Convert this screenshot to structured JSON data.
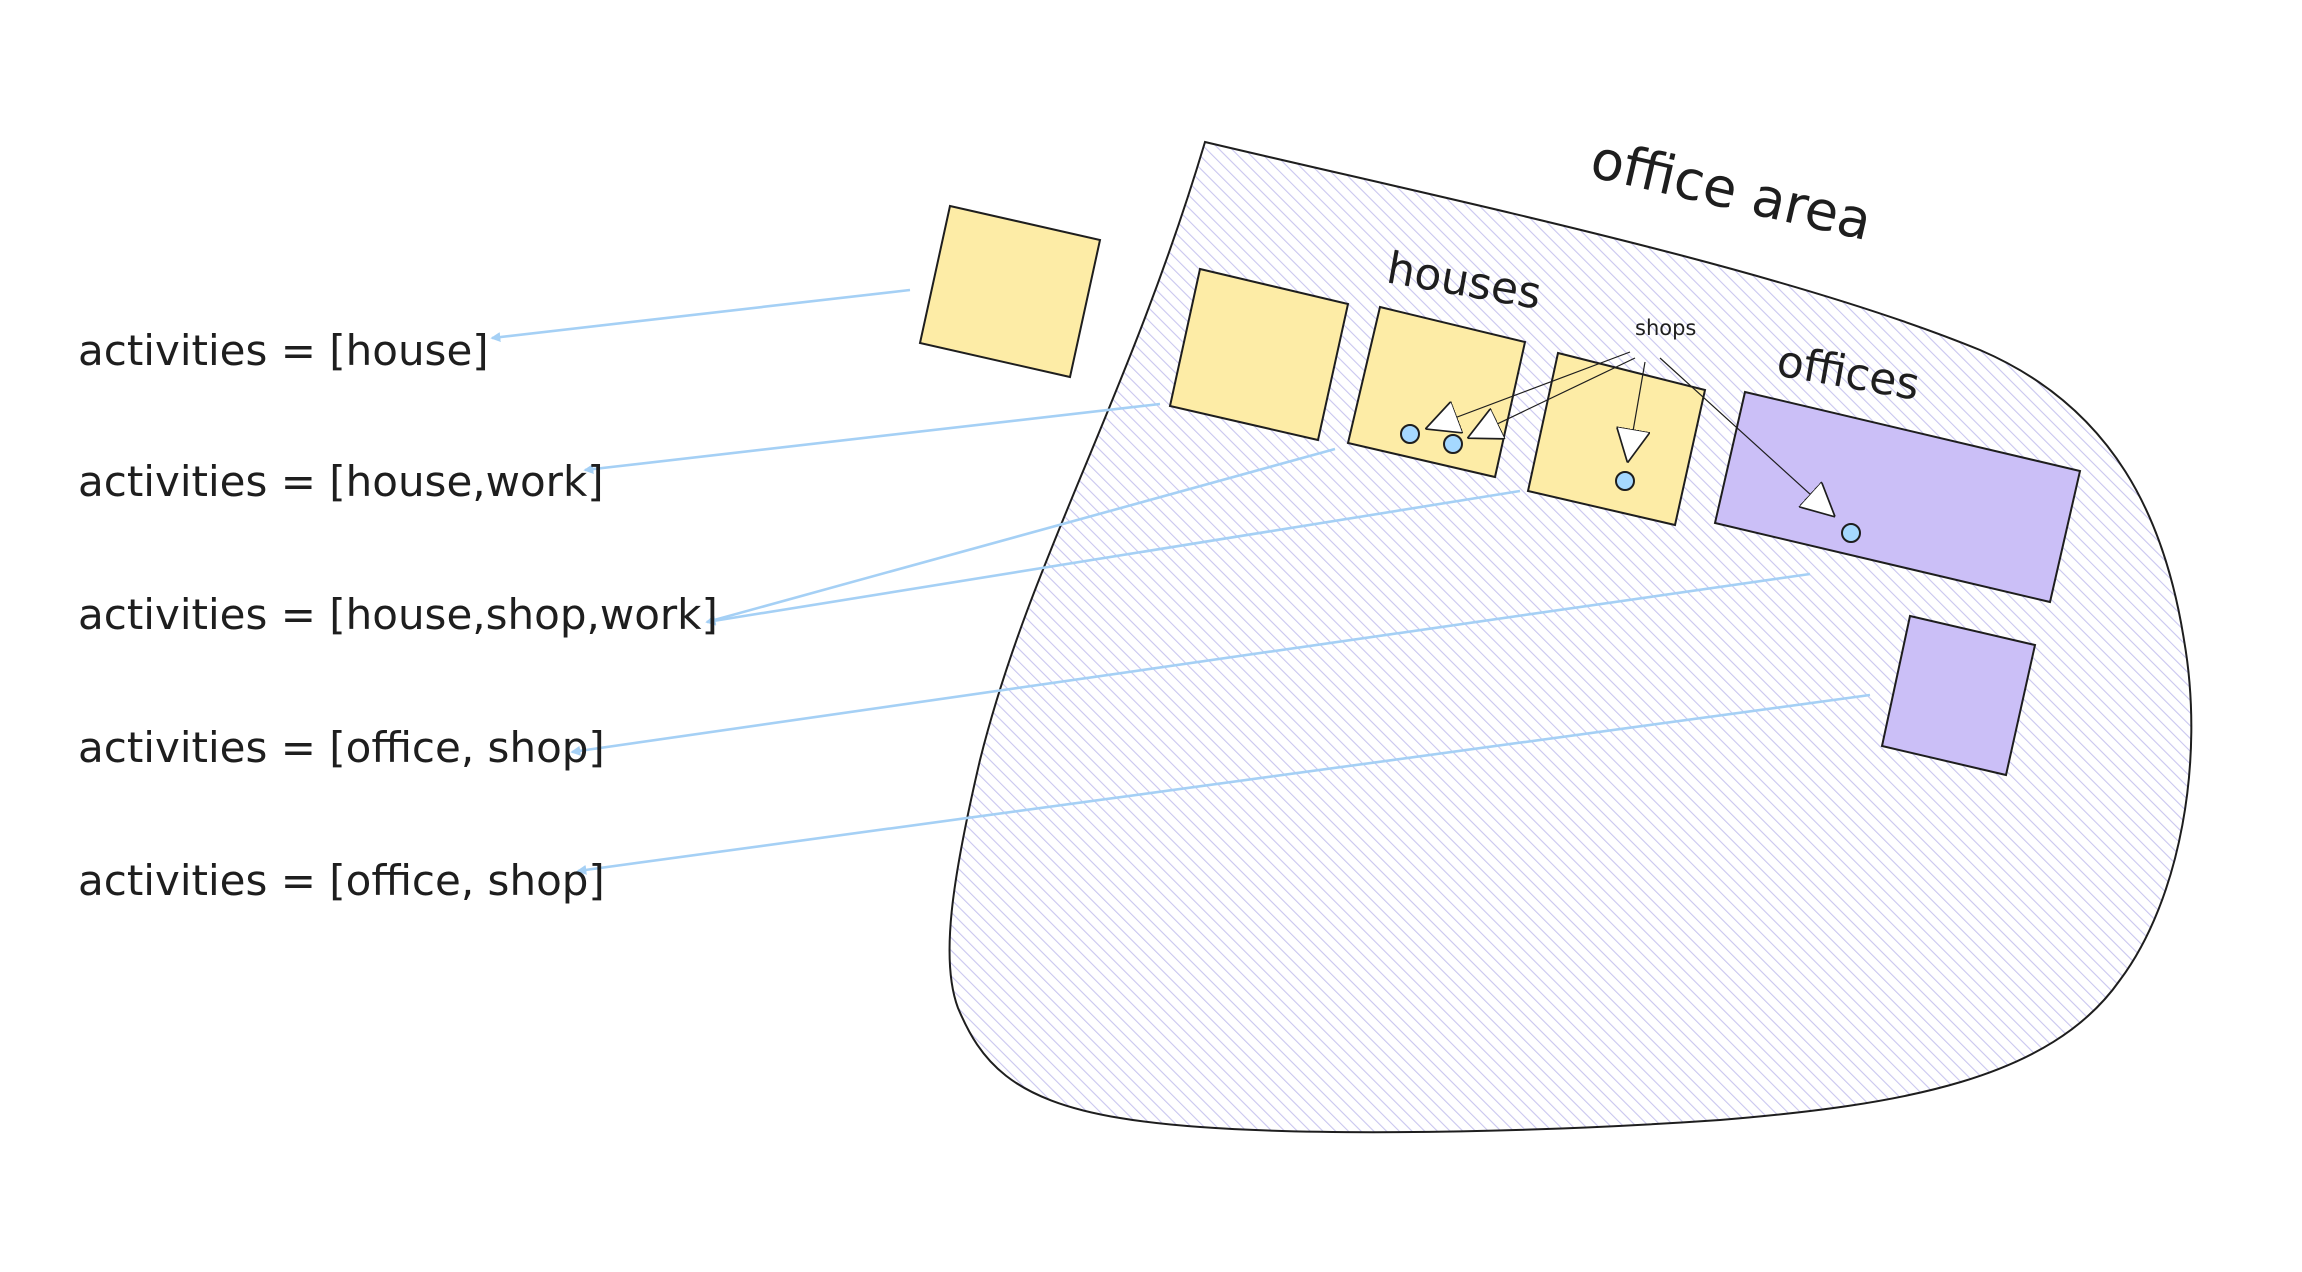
{
  "activity_labels": [
    "activities = [house]",
    "activities = [house,work]",
    "activities = [house,shop,work]",
    "activities = [office, shop]",
    "activities = [office, shop]"
  ],
  "area_label": "office area",
  "houses_label": "houses",
  "offices_label": "offices",
  "shops_label": "shops",
  "colors": {
    "house_fill": "#fdeca6",
    "office_fill": "#cbbff7",
    "area_hatch": "#c9c6ef",
    "arrow_blue": "#a5d0f5",
    "shop_dot": "#a5d8ff",
    "stroke": "#1e1e1e"
  },
  "icons": {
    "shop_marker": "circle",
    "pointer": "arrow"
  }
}
